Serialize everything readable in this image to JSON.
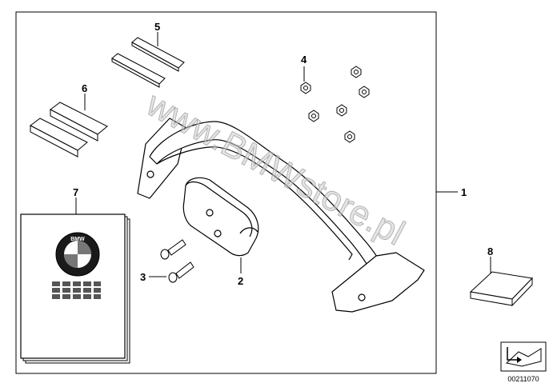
{
  "callouts": [
    {
      "id": "1",
      "text": "1"
    },
    {
      "id": "2",
      "text": "2"
    },
    {
      "id": "3",
      "text": "3"
    },
    {
      "id": "4",
      "text": "4"
    },
    {
      "id": "5",
      "text": "5"
    },
    {
      "id": "6",
      "text": "6"
    },
    {
      "id": "7",
      "text": "7"
    },
    {
      "id": "8",
      "text": "8"
    }
  ],
  "watermark": "www.BMWstore.pl",
  "manual_logo_text": "BMW",
  "diagram_number": "00211070",
  "icons": {
    "manual_logo": "bmw-roundel-icon",
    "corner": "diagram-corner-arrow-icon"
  }
}
